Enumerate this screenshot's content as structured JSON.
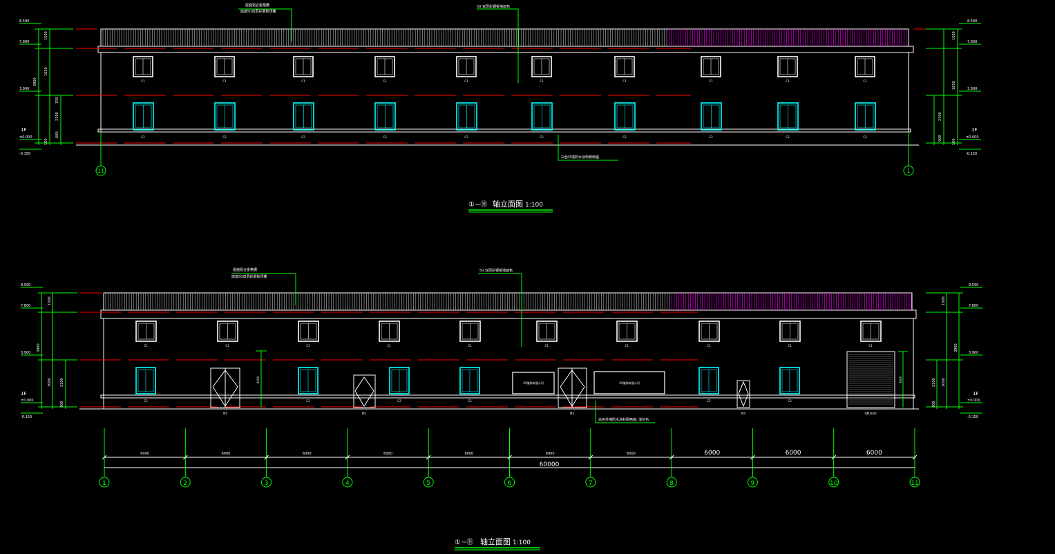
{
  "colors": {
    "background": "#000000",
    "outline": "#ffffff",
    "window_frame": "#00ffff",
    "dimension": "#00ff00",
    "level_line": "#ff0000",
    "parapet_accent": "#ff00ff"
  },
  "elevation_top": {
    "title_prefix": "①~⑪",
    "title": "轴立面图",
    "scale": "1:100",
    "note_roof_1": "屋面铝合金格栅",
    "note_roof_2": "底面50双层彩钢板顶棚",
    "note_wall_upper": "50 双层彩钢板墙面色",
    "note_wall_lower": "白色外墙防水涂料刷两遍",
    "level_left": [
      "8.590",
      "7.800",
      "3.900",
      "±0.000",
      "-0.150"
    ],
    "level_right": [
      "8.590",
      "7.800",
      "3.900",
      "±0.000",
      "-0.150"
    ],
    "floor_left": "1F",
    "floor_right": "1F",
    "dims_left": [
      "1500",
      "3900",
      "1650",
      "700",
      "2100",
      "600",
      "150"
    ],
    "dims_right": [
      "1500",
      "1650",
      "2100",
      "900",
      "150"
    ],
    "axis_left": "11",
    "axis_right": "1",
    "window_upper_tag": "C1",
    "window_lower_tag": "C2"
  },
  "elevation_bottom": {
    "title_prefix": "①~⑪",
    "title": "轴立面图",
    "scale": "1:100",
    "note_roof_1": "屋面铝合金格栅",
    "note_roof_2": "底面50双层彩钢板顶棚",
    "note_wall_upper": "50 双层彩钢板墙面色",
    "note_wall_lower": "白色外墙防水涂料刷两遍, 浅灰色",
    "level_left": [
      "8.590",
      "7.800",
      "3.900",
      "±0.000",
      "-0.150"
    ],
    "level_right": [
      "8.590",
      "7.800",
      "3.900",
      "±0.000",
      "-0.150"
    ],
    "floor_left": "1F",
    "floor_right": "1F",
    "dims_left": [
      "1500",
      "3900",
      "2100",
      "3000",
      "900"
    ],
    "dims_right": [
      "1500",
      "3900",
      "2100",
      "3000",
      "900"
    ],
    "window_upper_tag": "C1",
    "window_lower_tag": "C2",
    "door_tags": [
      "M1",
      "M2",
      "M3",
      "M4"
    ],
    "rolling_door_tag": "FJM3030",
    "sign_1": "XX服饰有限公司",
    "sign_2": "XX服饰有限公司",
    "door_height_1": "4200",
    "door_height_2": "3000",
    "span_labels": [
      "6000",
      "6000",
      "6000",
      "6000",
      "6000",
      "6000",
      "6000",
      "6000",
      "6000",
      "6000"
    ],
    "total_length": "60000",
    "axes": [
      "1",
      "2",
      "3",
      "4",
      "5",
      "6",
      "7",
      "8",
      "9",
      "10",
      "11"
    ]
  }
}
